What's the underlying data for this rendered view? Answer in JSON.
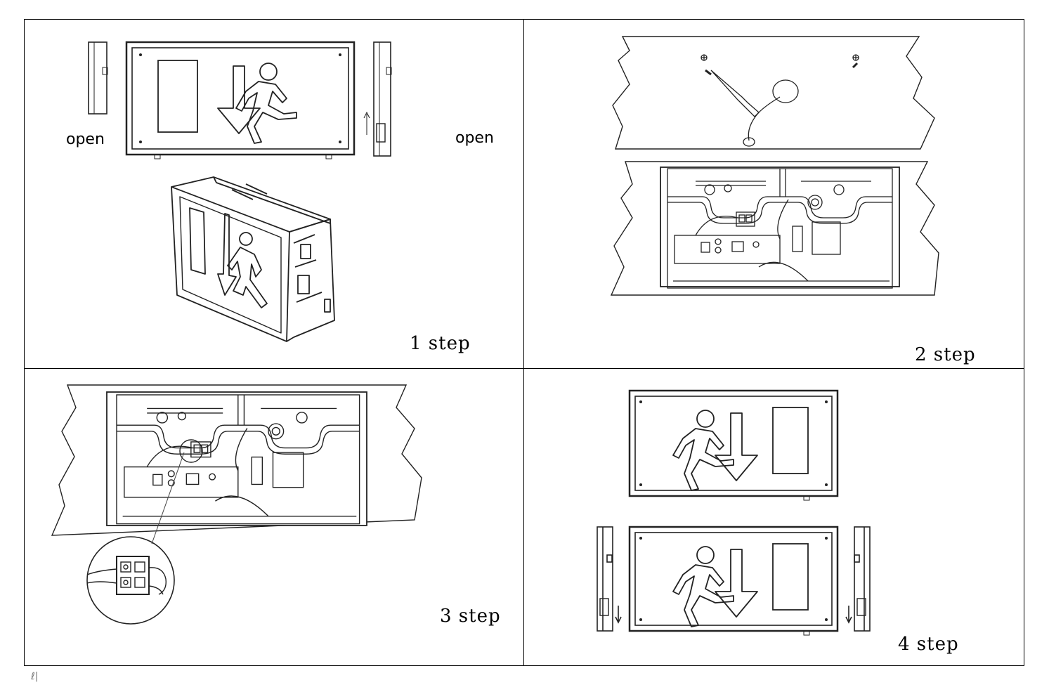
{
  "panels": [
    {
      "step_label": "1 step",
      "left_label": "open",
      "right_label": "open"
    },
    {
      "step_label": "2 step"
    },
    {
      "step_label": "3 step"
    },
    {
      "step_label": "4 step"
    }
  ],
  "stray_mark": "ℓ|"
}
